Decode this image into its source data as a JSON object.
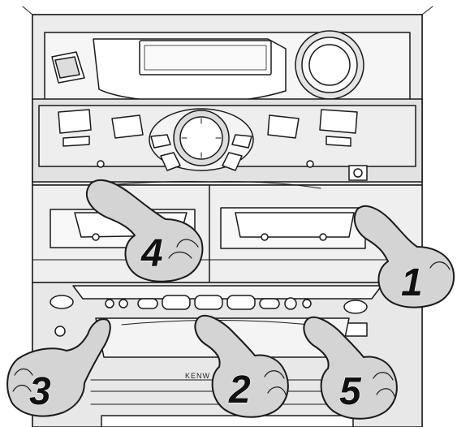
{
  "brand": "KENW",
  "steps": [
    {
      "label": "1"
    },
    {
      "label": "2"
    },
    {
      "label": "3"
    },
    {
      "label": "4"
    },
    {
      "label": "5"
    }
  ],
  "colors": {
    "background": "#ffffff",
    "line": "#1a1a1a",
    "panel": "#eeeeee",
    "dark_panel": "#d2d2d2"
  }
}
